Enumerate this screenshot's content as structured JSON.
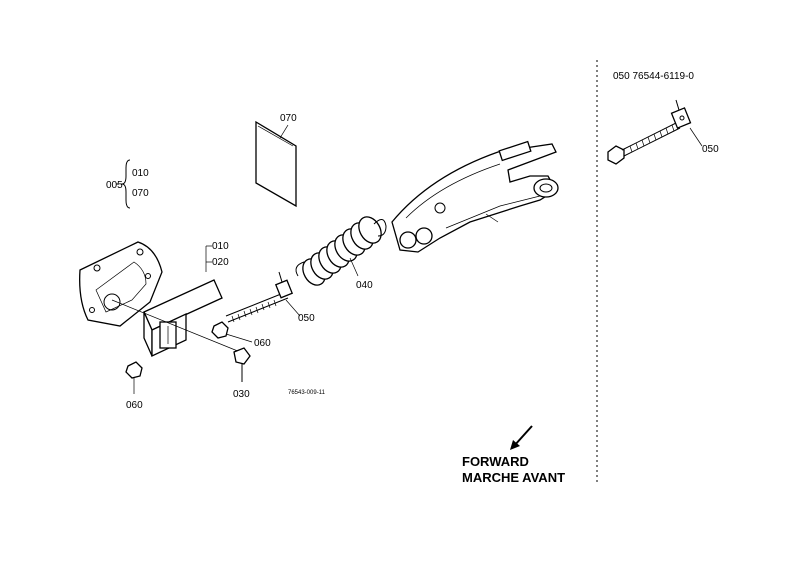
{
  "labels": {
    "p070_top": "070",
    "p005": "005",
    "p010_a": "010",
    "p070_b": "070",
    "p010_b": "010",
    "p020": "020",
    "p040": "040",
    "p050_mid": "050",
    "p060_mid": "060",
    "p060_low": "060",
    "p030": "030",
    "drawing_no": "76543-009-11",
    "p050_right": "050",
    "replacement": "050  76544-6119-0"
  },
  "direction": {
    "line1": "FORWARD",
    "line2": "MARCHE AVANT"
  }
}
